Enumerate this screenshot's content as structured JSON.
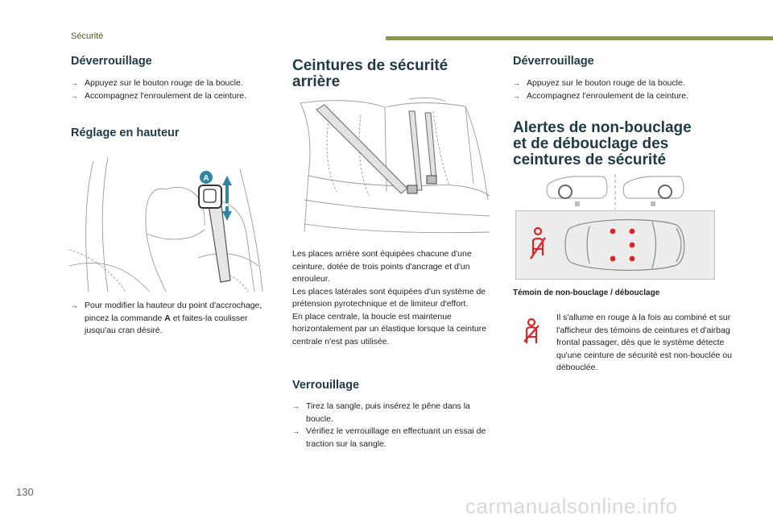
{
  "header": {
    "section": "Sécurité",
    "accent_color": "#8a9a4a"
  },
  "page_number": "130",
  "watermark": "carmanualsonline.info",
  "col1": {
    "unlock_title": "Déverrouillage",
    "unlock_steps": [
      "Appuyez sur le bouton rouge de la boucle.",
      "Accompagnez l'enroulement de la ceinture."
    ],
    "height_title": "Réglage en hauteur",
    "image_label": "A",
    "height_step_pre": "Pour modifier la hauteur du point d'accrochage, pincez la commande ",
    "height_step_bold": "A",
    "height_step_post": " et faites-la coulisser jusqu'au cran désiré."
  },
  "col2": {
    "title_line1": "Ceintures de sécurité",
    "title_line2": "arrière",
    "desc": [
      "Les places arrière sont équipées chacune d'une ceinture, dotée de trois points d'ancrage et d'un enrouleur.",
      "Les places latérales sont équipées d'un système de prétension pyrotechnique et de limiteur d'effort.",
      "En place centrale, la boucle est maintenue horizontalement par un élastique lorsque la ceinture centrale n'est pas utilisée."
    ],
    "lock_title": "Verrouillage",
    "lock_steps": [
      "Tirez la sangle, puis insérez le pêne dans la boucle.",
      "Vérifiez le verrouillage en effectuant un essai de traction sur la sangle."
    ]
  },
  "col3": {
    "unlock_title": "Déverrouillage",
    "unlock_steps": [
      "Appuyez sur le bouton rouge de la boucle.",
      "Accompagnez l'enroulement de la ceinture."
    ],
    "alert_title_line1": "Alertes de non-bouclage",
    "alert_title_line2": "et de débouclage des",
    "alert_title_line3": "ceintures de sécurité",
    "indicator_caption": "Témoin de non-bouclage / débouclage",
    "indicator_desc": "Il s'allume en rouge à la fois au combiné et sur l'afficheur des témoins de ceintures et d'airbag frontal passager, dès que le système détecte qu'une ceinture de sécurité est non-bouclée ou débouclée.",
    "warning_color": "#d9262c"
  }
}
